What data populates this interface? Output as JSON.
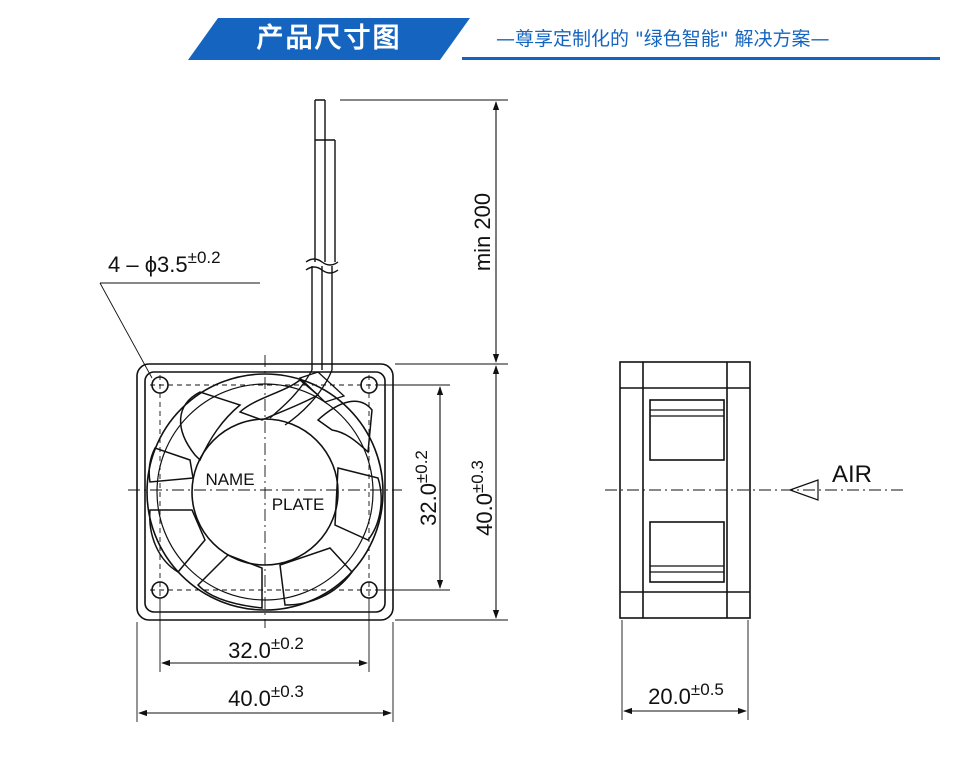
{
  "header": {
    "title": "产品尺寸图",
    "subtitle": "—尊享定制化的 \"绿色智能\" 解决方案—",
    "accent_color": "#1565c0"
  },
  "drawing": {
    "hole_spec": {
      "prefix": "4 – ϕ3.5",
      "tolerance": "±0.2"
    },
    "lead_length": "min 200",
    "hole_pitch_vertical": {
      "value": "32.0",
      "tolerance": "±0.2"
    },
    "height": {
      "value": "40.0",
      "tolerance": "±0.3"
    },
    "hole_pitch_horizontal": {
      "value": "32.0",
      "tolerance": "±0.2"
    },
    "width": {
      "value": "40.0",
      "tolerance": "±0.3"
    },
    "depth": {
      "value": "20.0",
      "tolerance": "±0.5"
    },
    "nameplate": [
      "NAME",
      "PLATE"
    ],
    "airflow_label": "AIR",
    "line_color": "#111111"
  }
}
